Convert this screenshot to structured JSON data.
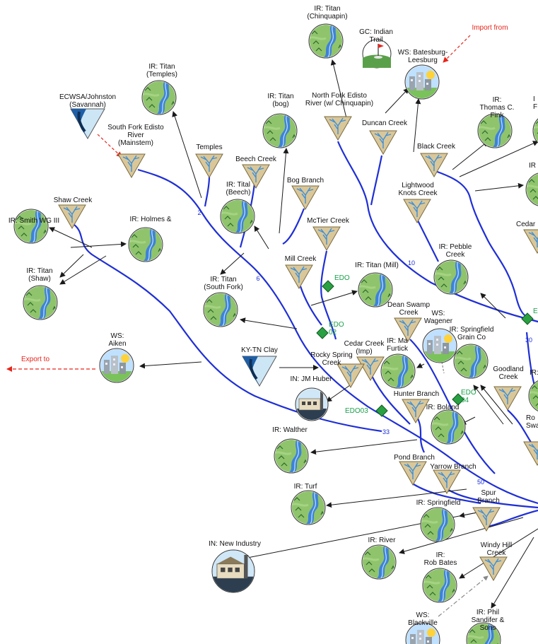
{
  "colors": {
    "river": "#1f2fd6",
    "arrow": "#1a1a1a",
    "red": "#e8241a",
    "green": "#1aa04a",
    "node_green": "#2aa043",
    "basin_fill": "#d9c79a",
    "basin_water": "#3d8fd8",
    "ir_bg": "#8fc46c",
    "ir_river": "#2a6fd0"
  },
  "labels": {
    "import_from": "Import from",
    "export_to": "Export to"
  },
  "basins": [
    {
      "id": "sf_edisto",
      "label": "South Fork Edisto\nRiver\n(Mainstem)"
    },
    {
      "id": "temples",
      "label": "Temples"
    },
    {
      "id": "beech",
      "label": "Beech Creek"
    },
    {
      "id": "bog",
      "label": "Bog Branch"
    },
    {
      "id": "mctier",
      "label": "McTier Creek"
    },
    {
      "id": "mill",
      "label": "Mill Creek"
    },
    {
      "id": "shaw",
      "label": "Shaw Creek"
    },
    {
      "id": "nf_edisto",
      "label": "North Fork Edisto\nRiver (w/ Chinquapin)"
    },
    {
      "id": "duncan",
      "label": "Duncan Creek"
    },
    {
      "id": "black",
      "label": "Black Creek"
    },
    {
      "id": "lightwood",
      "label": "Lightwood\nKnots Creek"
    },
    {
      "id": "dean",
      "label": "Dean Swamp\nCreek"
    },
    {
      "id": "cedar_imp",
      "label": "Cedar Creek\n(Imp)"
    },
    {
      "id": "rocky",
      "label": "Rocky Spring\nCreek"
    },
    {
      "id": "hunter",
      "label": "Hunter Branch"
    },
    {
      "id": "goodland",
      "label": "Goodland\nCreek"
    },
    {
      "id": "pond",
      "label": "Pond Branch"
    },
    {
      "id": "yarrow",
      "label": "Yarrow Branch"
    },
    {
      "id": "spur",
      "label": "Spur\nBranch"
    },
    {
      "id": "windy",
      "label": "Windy Hill\nCreek"
    },
    {
      "id": "cedar_r",
      "label": "Cedar"
    },
    {
      "id": "ro_r",
      "label": "Ro\nSwa"
    }
  ],
  "irrigators": [
    {
      "id": "ir_chinq",
      "label": "IR: Titan\n(Chinquapin)"
    },
    {
      "id": "ir_temples",
      "label": "IR: Titan\n(Temples)"
    },
    {
      "id": "ir_bog",
      "label": "IR: Titan\n(bog)"
    },
    {
      "id": "ir_beech",
      "label": "IR: Tital\n(Beech)"
    },
    {
      "id": "ir_smith",
      "label": "IR: Smith WG III"
    },
    {
      "id": "ir_holmes",
      "label": "IR: Holmes &"
    },
    {
      "id": "ir_shaw",
      "label": "IR: Titan\n(Shaw)"
    },
    {
      "id": "ir_southfork",
      "label": "IR: Titan\n(South Fork)"
    },
    {
      "id": "ir_mill",
      "label": "IR: Titan (Mill)"
    },
    {
      "id": "ir_fink",
      "label": "IR:\nThomas C. Fink"
    },
    {
      "id": "ir_pebble",
      "label": "IR: Pebble\nCreek"
    },
    {
      "id": "ir_springgrain",
      "label": "IR: Springfield\nGrain Co"
    },
    {
      "id": "ir_furtick",
      "label": "IR: Ma\nFurtick"
    },
    {
      "id": "ir_boland",
      "label": "IR: Boland"
    },
    {
      "id": "ir_walther",
      "label": "IR: Walther"
    },
    {
      "id": "ir_turf",
      "label": "IR: Turf"
    },
    {
      "id": "ir_springfield",
      "label": "IR: Springfield"
    },
    {
      "id": "ir_river",
      "label": "IR: River"
    },
    {
      "id": "ir_robbates",
      "label": "IR:\nRob Bates"
    },
    {
      "id": "ir_sandifer",
      "label": "IR: Phil Sandifer &\nSons"
    },
    {
      "id": "ir_edge1",
      "label": "I\nF"
    },
    {
      "id": "ir_edge2",
      "label": "IR"
    },
    {
      "id": "ir_edge3",
      "label": "IR:"
    }
  ],
  "water_systems": [
    {
      "id": "ws_batesburg",
      "label": "WS: Batesburg-\nLeesburg"
    },
    {
      "id": "ws_wagener",
      "label": "WS:\nWagener"
    },
    {
      "id": "ws_aiken",
      "label": "WS:\nAiken"
    },
    {
      "id": "ws_blackville",
      "label": "WS:\nBlackville"
    }
  ],
  "industries": [
    {
      "id": "in_jmhuber",
      "label": "IN: JM Huber"
    },
    {
      "id": "in_newindustry",
      "label": "IN: New Industry"
    }
  ],
  "others": [
    {
      "id": "ecwsa",
      "label": "ECWSA/Johnston\n(Savannah)"
    },
    {
      "id": "kytn",
      "label": "KY-TN Clay"
    },
    {
      "id": "gc_indian",
      "label": "GC: Indian\nTrail"
    }
  ],
  "gauges": [
    {
      "id": "edo",
      "label": "EDO"
    },
    {
      "id": "edo02",
      "label": "EDO\n02"
    },
    {
      "id": "edo03",
      "label": "EDO03"
    },
    {
      "id": "edo04",
      "label": "EDO\n04"
    },
    {
      "id": "edo_r",
      "label": "E"
    }
  ],
  "river_miles": [
    "2",
    "6",
    "10",
    "30",
    "33",
    "50"
  ]
}
